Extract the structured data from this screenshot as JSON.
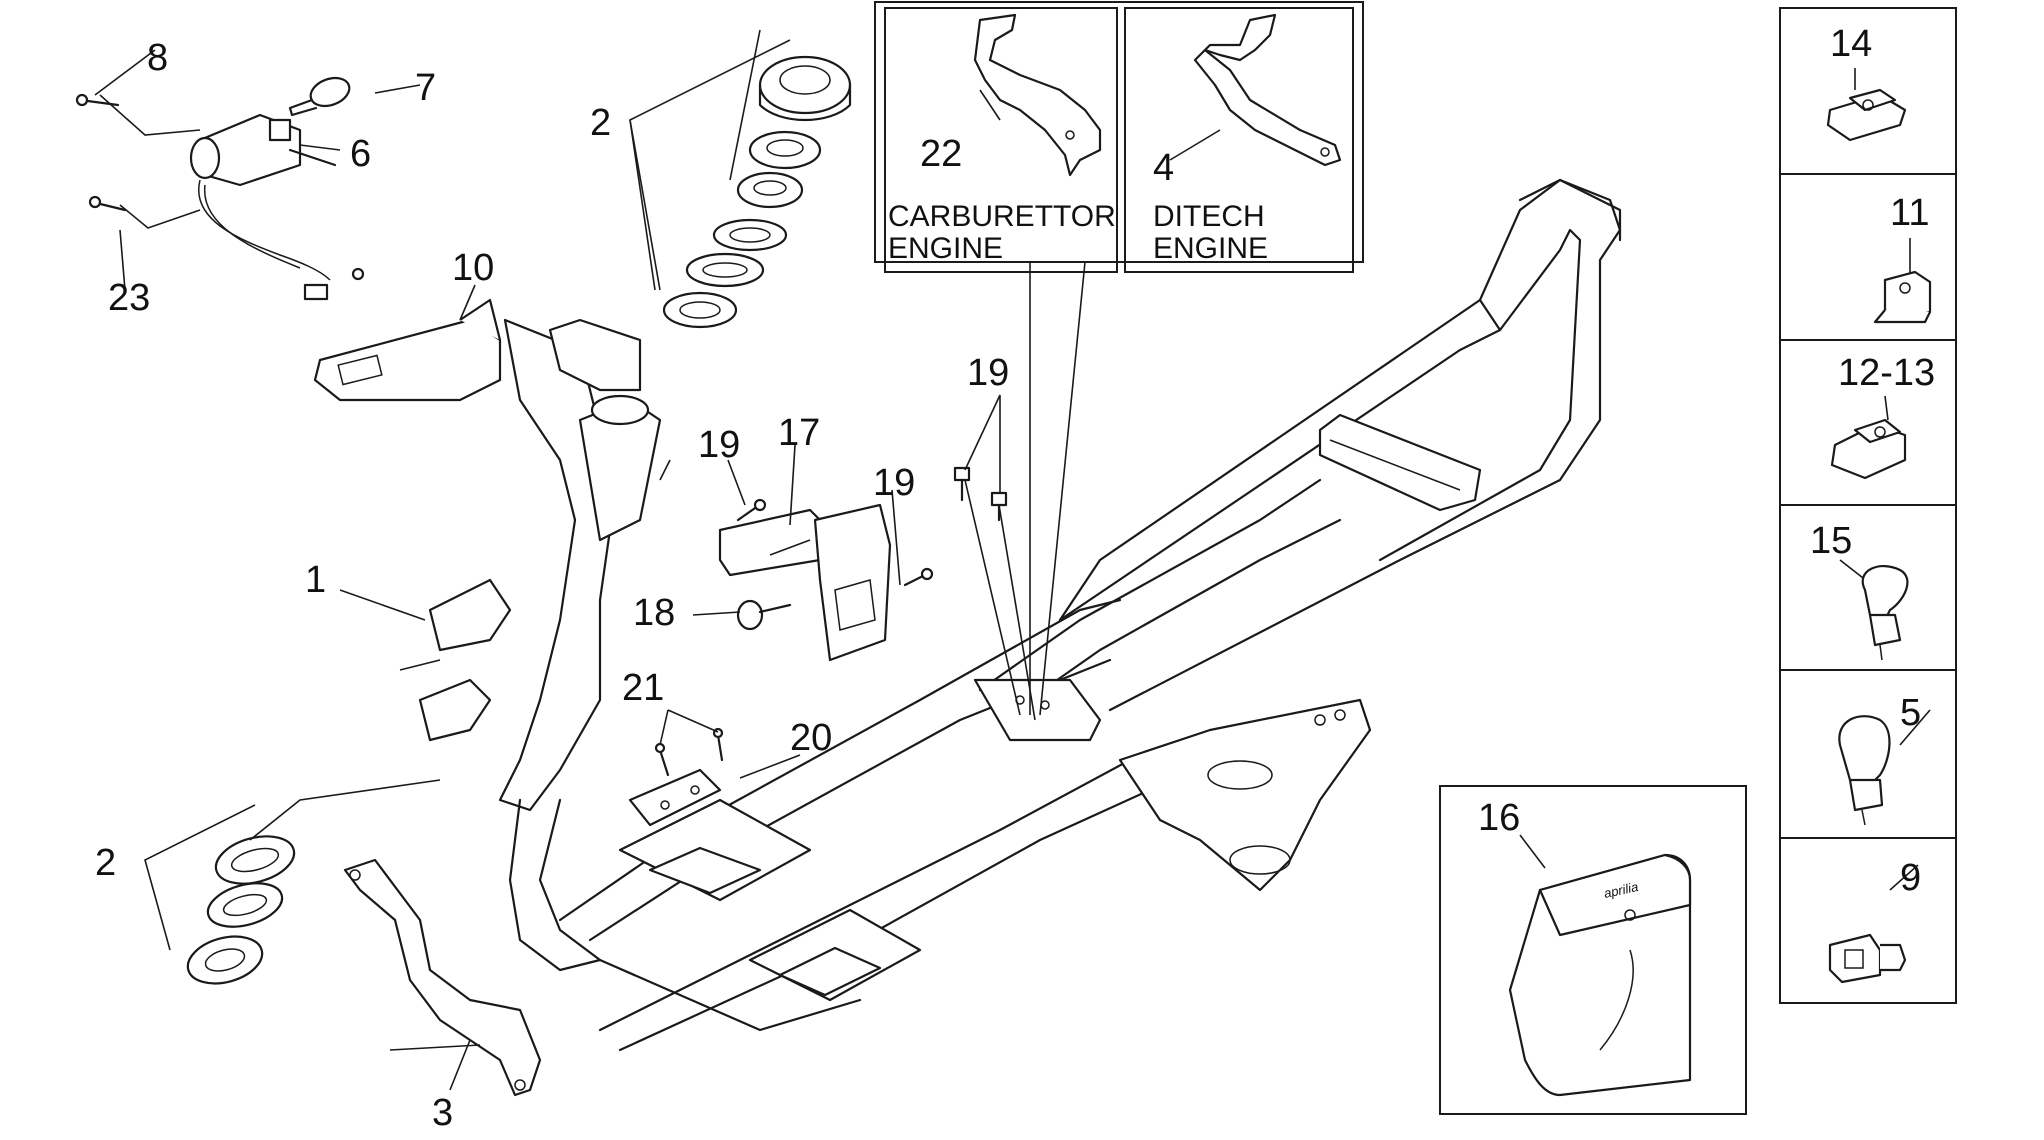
{
  "callouts": {
    "n1": "1",
    "n2a": "2",
    "n2b": "2",
    "n3": "3",
    "n4": "4",
    "n5": "5",
    "n6": "6",
    "n7": "7",
    "n8": "8",
    "n9": "9",
    "n10": "10",
    "n11": "11",
    "n12_13": "12-13",
    "n14": "14",
    "n15": "15",
    "n16": "16",
    "n17": "17",
    "n18": "18",
    "n19a": "19",
    "n19b": "19",
    "n19c": "19",
    "n20": "20",
    "n21": "21",
    "n22": "22",
    "n23": "23"
  },
  "variants": {
    "carburettor": {
      "line1": "CARBURETTOR",
      "line2": "ENGINE"
    },
    "ditech": {
      "line1": "DITECH",
      "line2": "ENGINE"
    }
  },
  "bag": {
    "brand": "aprilia"
  }
}
